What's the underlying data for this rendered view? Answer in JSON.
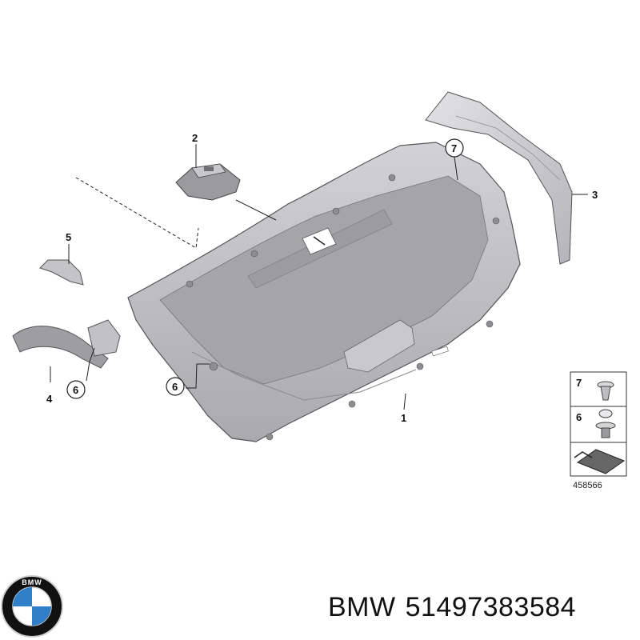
{
  "callouts": {
    "c1": "1",
    "c2": "2",
    "c3": "3",
    "c4": "4",
    "c5": "5",
    "c6a": "6",
    "c6b": "6",
    "c7": "7"
  },
  "legend": {
    "row7": "7",
    "row6": "6",
    "figure_number": "458566"
  },
  "logo": {
    "brand_text": "BMW",
    "colors": {
      "blue": "#2f7fc8",
      "white": "#ffffff",
      "black": "#111111"
    }
  },
  "caption": {
    "brand": "BMW",
    "part_number": "51497383584"
  },
  "colors": {
    "panel": "#b9b9bd",
    "panel_light": "#d4d4d7",
    "panel_dark": "#8f8f94",
    "line": "#222222"
  }
}
